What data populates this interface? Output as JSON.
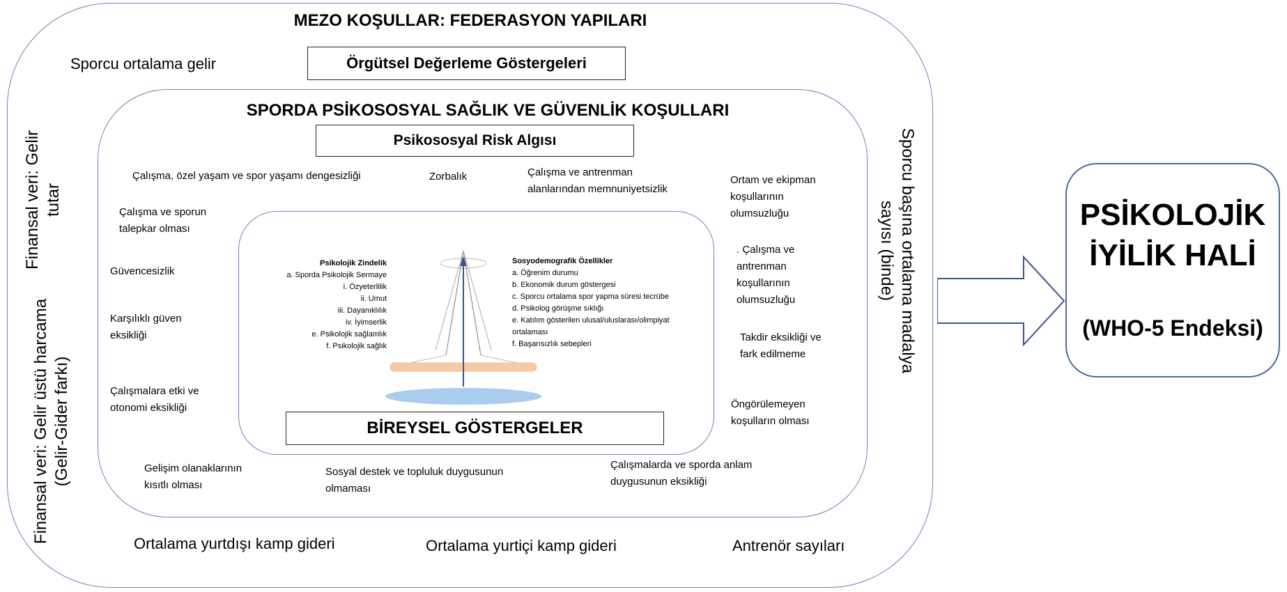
{
  "meso": {
    "title": "MEZO KOŞULLAR: FEDERASYON YAPILARI",
    "org_label": "Örgütsel Değerleme Göstergeleri",
    "athlete_income": "Sporcu ortalama gelir",
    "left_finance_1_line1": "Finansal veri: Gelir",
    "left_finance_1_line2": "tutar",
    "left_finance_2_line1": "Finansal veri: Gelir üstü harcama",
    "left_finance_2_line2": "(Gelir-Gider farkı)",
    "right_medal_line1": "Sporcu başına ortalama madalya",
    "right_medal_line2": "sayısı (binde)",
    "bottom_abroad": "Ortalama yurtdışı kamp gideri",
    "bottom_domestic": "Ortalama yurtiçi kamp gideri",
    "bottom_coaches": "Antrenör sayıları"
  },
  "psychosocial": {
    "title": "SPORDA PSİKOSOSYAL SAĞLIK VE GÜVENLİK KOŞULLARI",
    "risk_label": "Psikososyal Risk Algısı",
    "items": {
      "balance": "Çalışma, özel yaşam ve spor yaşamı dengesizliği",
      "bullying": "Zorbalık",
      "dissatisfaction_l1": "Çalışma ve antrenman",
      "dissatisfaction_l2": "alanlarından memnuniyetsizlik",
      "environment_l1": "Ortam ve ekipman",
      "environment_l2": "koşullarının",
      "environment_l3": "olumsuzluğu",
      "demanding_l1": "Çalışma ve sporun",
      "demanding_l2": "talepkar olması",
      "insecurity": "Güvencesizlik",
      "trust_l1": "Karşılıklı güven",
      "trust_l2": "eksikliği",
      "autonomy_l1": "Çalışmalara etki ve",
      "autonomy_l2": "otonomi eksikliği",
      "conditions_l1": ". Çalışma ve",
      "conditions_l2": "antrenman",
      "conditions_l3": "koşullarının",
      "conditions_l4": "olumsuzluğu",
      "recognition_l1": "Takdir eksikliği ve",
      "recognition_l2": "fark edilmeme",
      "unpredictable_l1": "Öngörülemeyen",
      "unpredictable_l2": "koşulların olması",
      "development_l1": "Gelişim olanaklarının",
      "development_l2": "kısıtlı olması",
      "support_l1": "Sosyal destek ve topluluk duygusunun",
      "support_l2": "olmaması",
      "meaning_l1": "Çalışmalarda ve sporda anlam",
      "meaning_l2": "duygusunun eksikliği"
    }
  },
  "individual": {
    "title": "BİREYSEL GÖSTERGELER",
    "psych_title": "Psikolojik Zindelik",
    "psych_items": [
      "a. Sporda Psikolojik Sermaye",
      "i. Özyeterlilik",
      "ii. Umut",
      "iii. Dayanıklılık",
      "iv. İyimserlik",
      "e. Psikolojik sağlamlık",
      "f. Psikolojik sağlık"
    ],
    "socio_title": "Sosyodemografik Özellikler",
    "socio_items": [
      "a. Öğrenim durumu",
      "b. Ekonomik durum göstergesi",
      "c. Sporcu ortalama spor yapma süresi tecrübe",
      "d. Psikolog görüşme sıklığı",
      "e. Katılım gösterilen ulusal/uluslarası/olimpiyat",
      "ortalaması",
      "f. Başarısızlık sebepleri"
    ]
  },
  "result": {
    "title_l1": "PSİKOLOJİK",
    "title_l2": "İYİLİK HALİ",
    "subtitle": "(WHO-5 Endeksi)"
  },
  "colors": {
    "border_blue": "#6d83b4",
    "arrow_blue": "#3b5288",
    "disc_orange": "#f7caa6",
    "disc_blue": "#a9cdef"
  }
}
